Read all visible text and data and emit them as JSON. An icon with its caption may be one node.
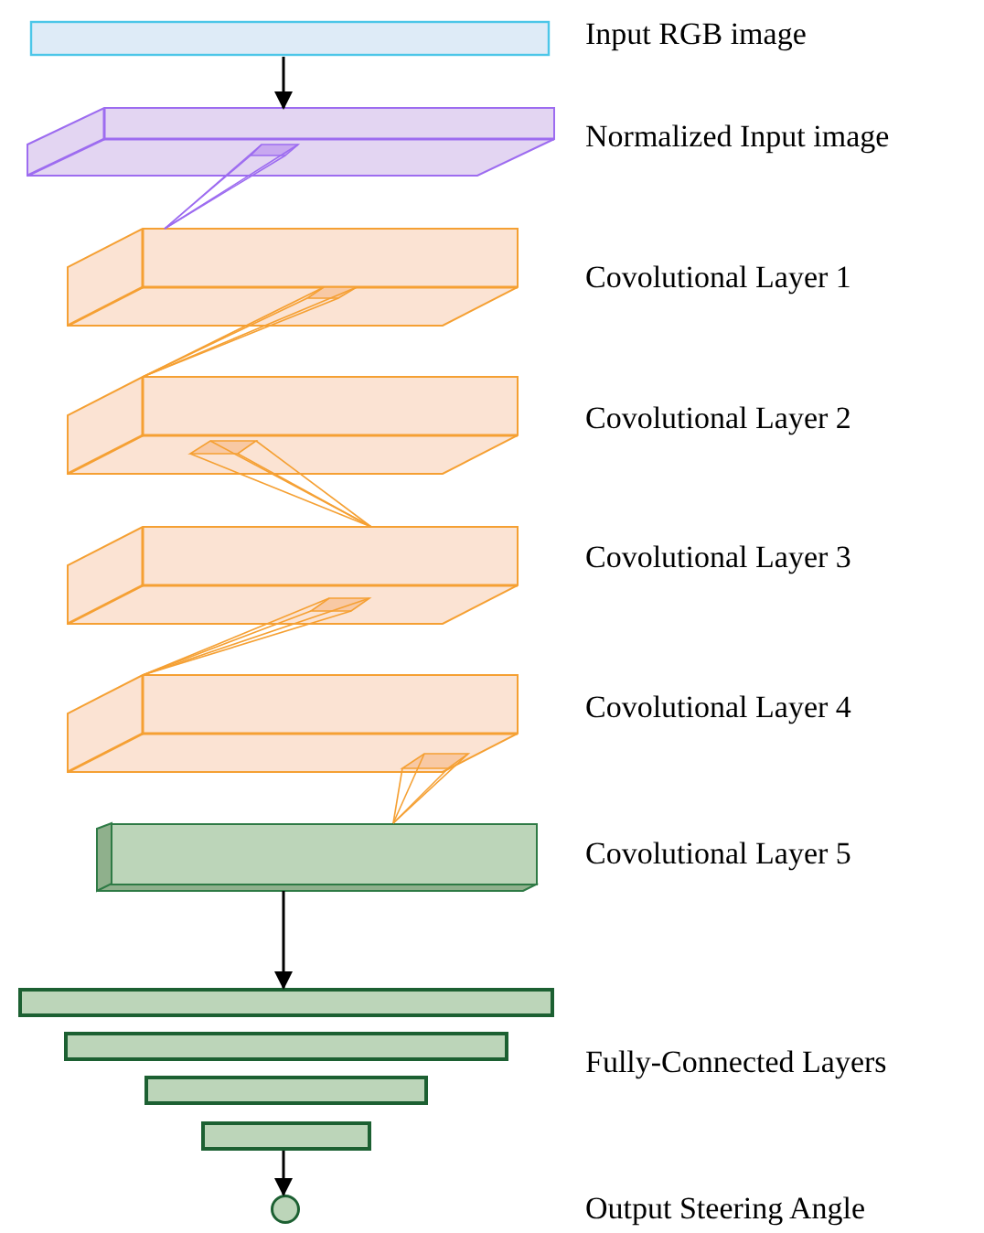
{
  "diagram": {
    "nodes": [
      {
        "text": [],
        "shape": "box",
        "beside": [
          "Input RGB image"
        ]
      },
      {
        "text": [],
        "shape": "box",
        "beside": [
          "Normalized Input image"
        ]
      },
      {
        "text": [],
        "shape": "box",
        "beside": [
          "Covolutional Layer 1"
        ]
      },
      {
        "text": [],
        "shape": "box",
        "beside": [
          "Covolutional Layer 2"
        ]
      },
      {
        "text": [],
        "shape": "box",
        "beside": [
          "Covolutional Layer 3"
        ]
      },
      {
        "text": [],
        "shape": "box",
        "beside": [
          "Covolutional Layer 4"
        ]
      },
      {
        "text": [],
        "shape": "box",
        "beside": [
          "Covolutional Layer 5"
        ]
      },
      {
        "text": [],
        "shape": "bar"
      },
      {
        "text": [],
        "shape": "bar",
        "beside": [
          "Fully-Connected Layers"
        ]
      },
      {
        "text": [],
        "shape": "bar"
      },
      {
        "text": [],
        "shape": "bar"
      },
      {
        "text": [],
        "shape": "circle"
      }
    ],
    "labels": [
      "Output Steering Angle"
    ],
    "edges": [
      {
        "from": 0,
        "to": 1,
        "arrow": "to"
      },
      {
        "from": 6,
        "to": 7,
        "arrow": "to"
      },
      {
        "from": 10,
        "to": 11,
        "arrow": "to"
      }
    ]
  }
}
